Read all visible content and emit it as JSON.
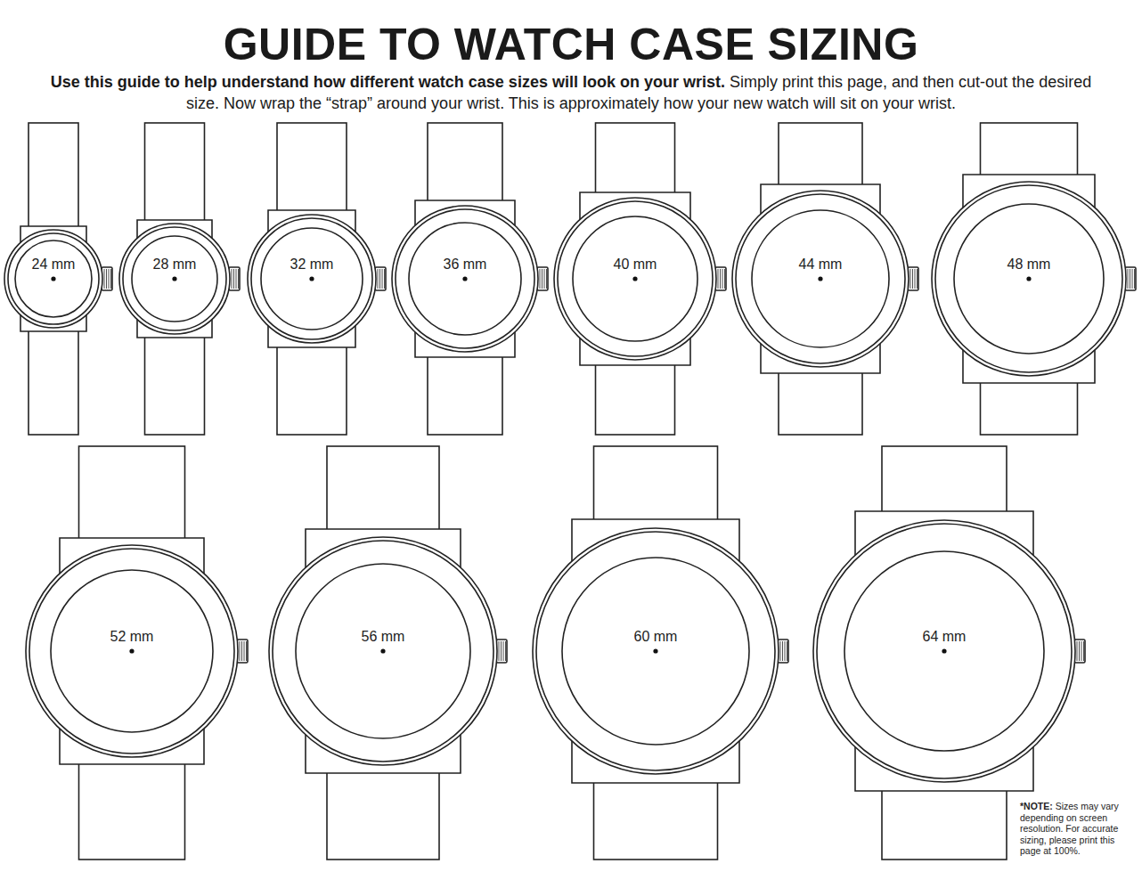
{
  "diagram": {
    "title": "GUIDE TO WATCH CASE SIZING",
    "nodes": [
      {
        "text": [
          "24 mm"
        ]
      },
      {
        "text": [
          "28 mm"
        ]
      },
      {
        "text": [
          "32 mm"
        ]
      },
      {
        "text": [
          "36 mm"
        ]
      },
      {
        "text": [
          "40 mm"
        ]
      },
      {
        "text": [
          "44 mm"
        ]
      },
      {
        "text": [
          "48 mm"
        ]
      },
      {
        "text": [
          "52 mm"
        ]
      },
      {
        "text": [
          "56 mm"
        ]
      },
      {
        "text": [
          "60 mm"
        ]
      },
      {
        "text": [
          "64 mm"
        ]
      }
    ],
    "labels": [
      "Use this guide to help understand how different watch case sizes will look on your wrist.",
      "Simply print this page, and then cut-out the desired size. Now wrap the “strap” around your wrist. This is approximately how your new watch will sit on your wrist.",
      "*NOTE:",
      "Sizes may vary depending on screen resolution. For accurate sizing, please print this page at 100%."
    ]
  }
}
